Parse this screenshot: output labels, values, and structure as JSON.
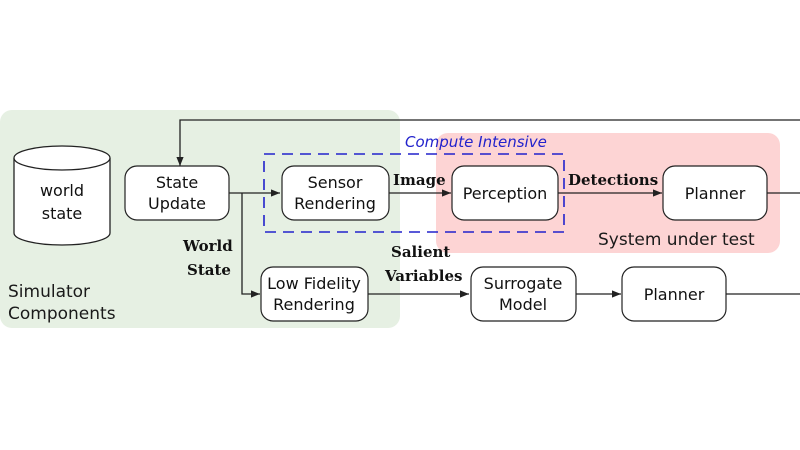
{
  "regions": {
    "simulator": "Simulator Components",
    "simulator_lines": [
      "Simulator",
      "Components"
    ],
    "system_under_test": "System under test",
    "compute_intensive": "Compute Intensive"
  },
  "nodes": {
    "world_state_lines": [
      "world",
      "state"
    ],
    "state_update_lines": [
      "State",
      "Update"
    ],
    "sensor_rendering_lines": [
      "Sensor",
      "Rendering"
    ],
    "perception": "Perception",
    "planner_top": "Planner",
    "low_fidelity_lines": [
      "Low Fidelity",
      "Rendering"
    ],
    "surrogate_lines": [
      "Surrogate",
      "Model"
    ],
    "planner_bottom": "Planner"
  },
  "edges": {
    "image": "Image",
    "detections": "Detections",
    "world_state_lines": [
      "World",
      "State"
    ],
    "salient_lines": [
      "Salient",
      "Variables"
    ]
  },
  "colors": {
    "simulator_bg": "#e6f0e3",
    "sut_bg": "#fdd4d4",
    "compute_border": "#2222cc",
    "line": "#222222"
  }
}
